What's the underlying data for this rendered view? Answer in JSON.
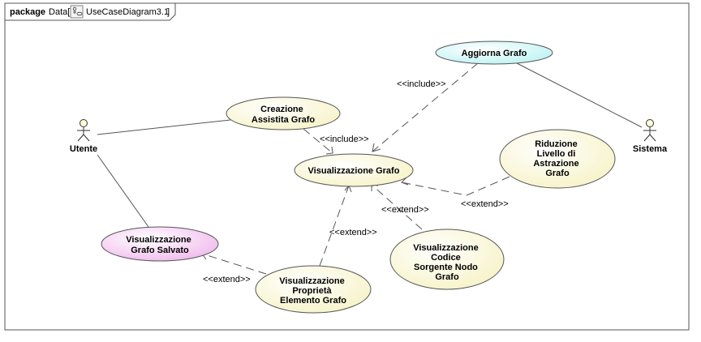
{
  "package": {
    "keyword": "package",
    "name": "Data[",
    "diagram_name": "UseCaseDiagram3.1",
    "close": "]",
    "diagram_icon": "use-case-diagram-icon"
  },
  "actors": {
    "utente": "Utente",
    "sistema": "Sistema"
  },
  "use_cases": {
    "aggiorna_grafo": [
      "Aggiorna Grafo"
    ],
    "creazione_assistita": [
      "Creazione",
      "Assistita Grafo"
    ],
    "visualizzazione_grafo": [
      "Visualizzazione Grafo"
    ],
    "riduzione_livello": [
      "Riduzione",
      "Livello di",
      "Astrazione",
      "Grafo"
    ],
    "grafo_salvato": [
      "Visualizzazione",
      "Grafo Salvato"
    ],
    "codice_sorgente": [
      "Visualizzazione",
      "Codice",
      "Sorgente Nodo",
      "Grafo"
    ],
    "proprieta_elemento": [
      "Visualizzazione",
      "Proprietà",
      "Elemento Grafo"
    ]
  },
  "relationships": {
    "include_aggiorna": "<<include>>",
    "include_creazione": "<<include>>",
    "extend_riduzione": "<<extend>>",
    "extend_codice": "<<extend>>",
    "extend_proprieta_grafo": "<<extend>>",
    "extend_proprieta_salvato": "<<extend>>"
  },
  "colors": {
    "use_case_fill": "#fdfcd9",
    "aggiorna_fill": "#d8fbfb",
    "salvato_fill": "#f8d4f4",
    "line": "#555555"
  }
}
